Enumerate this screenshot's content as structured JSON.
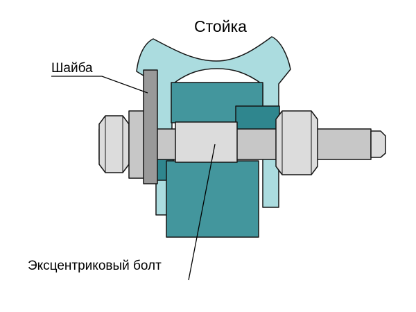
{
  "diagram": {
    "labels": {
      "strut": "Стойка",
      "washer": "Шайба",
      "eccentric_bolt": "Эксцентриковый болт"
    },
    "colors": {
      "fork": "#abdcdf",
      "bushing": "#43969d",
      "bushing_dark": "#2f868e",
      "shaft": "#c7c7c7",
      "bright_metal": "#dcdcdc",
      "washer": "#999999",
      "outline": "#151515",
      "background": "#ffffff"
    }
  }
}
